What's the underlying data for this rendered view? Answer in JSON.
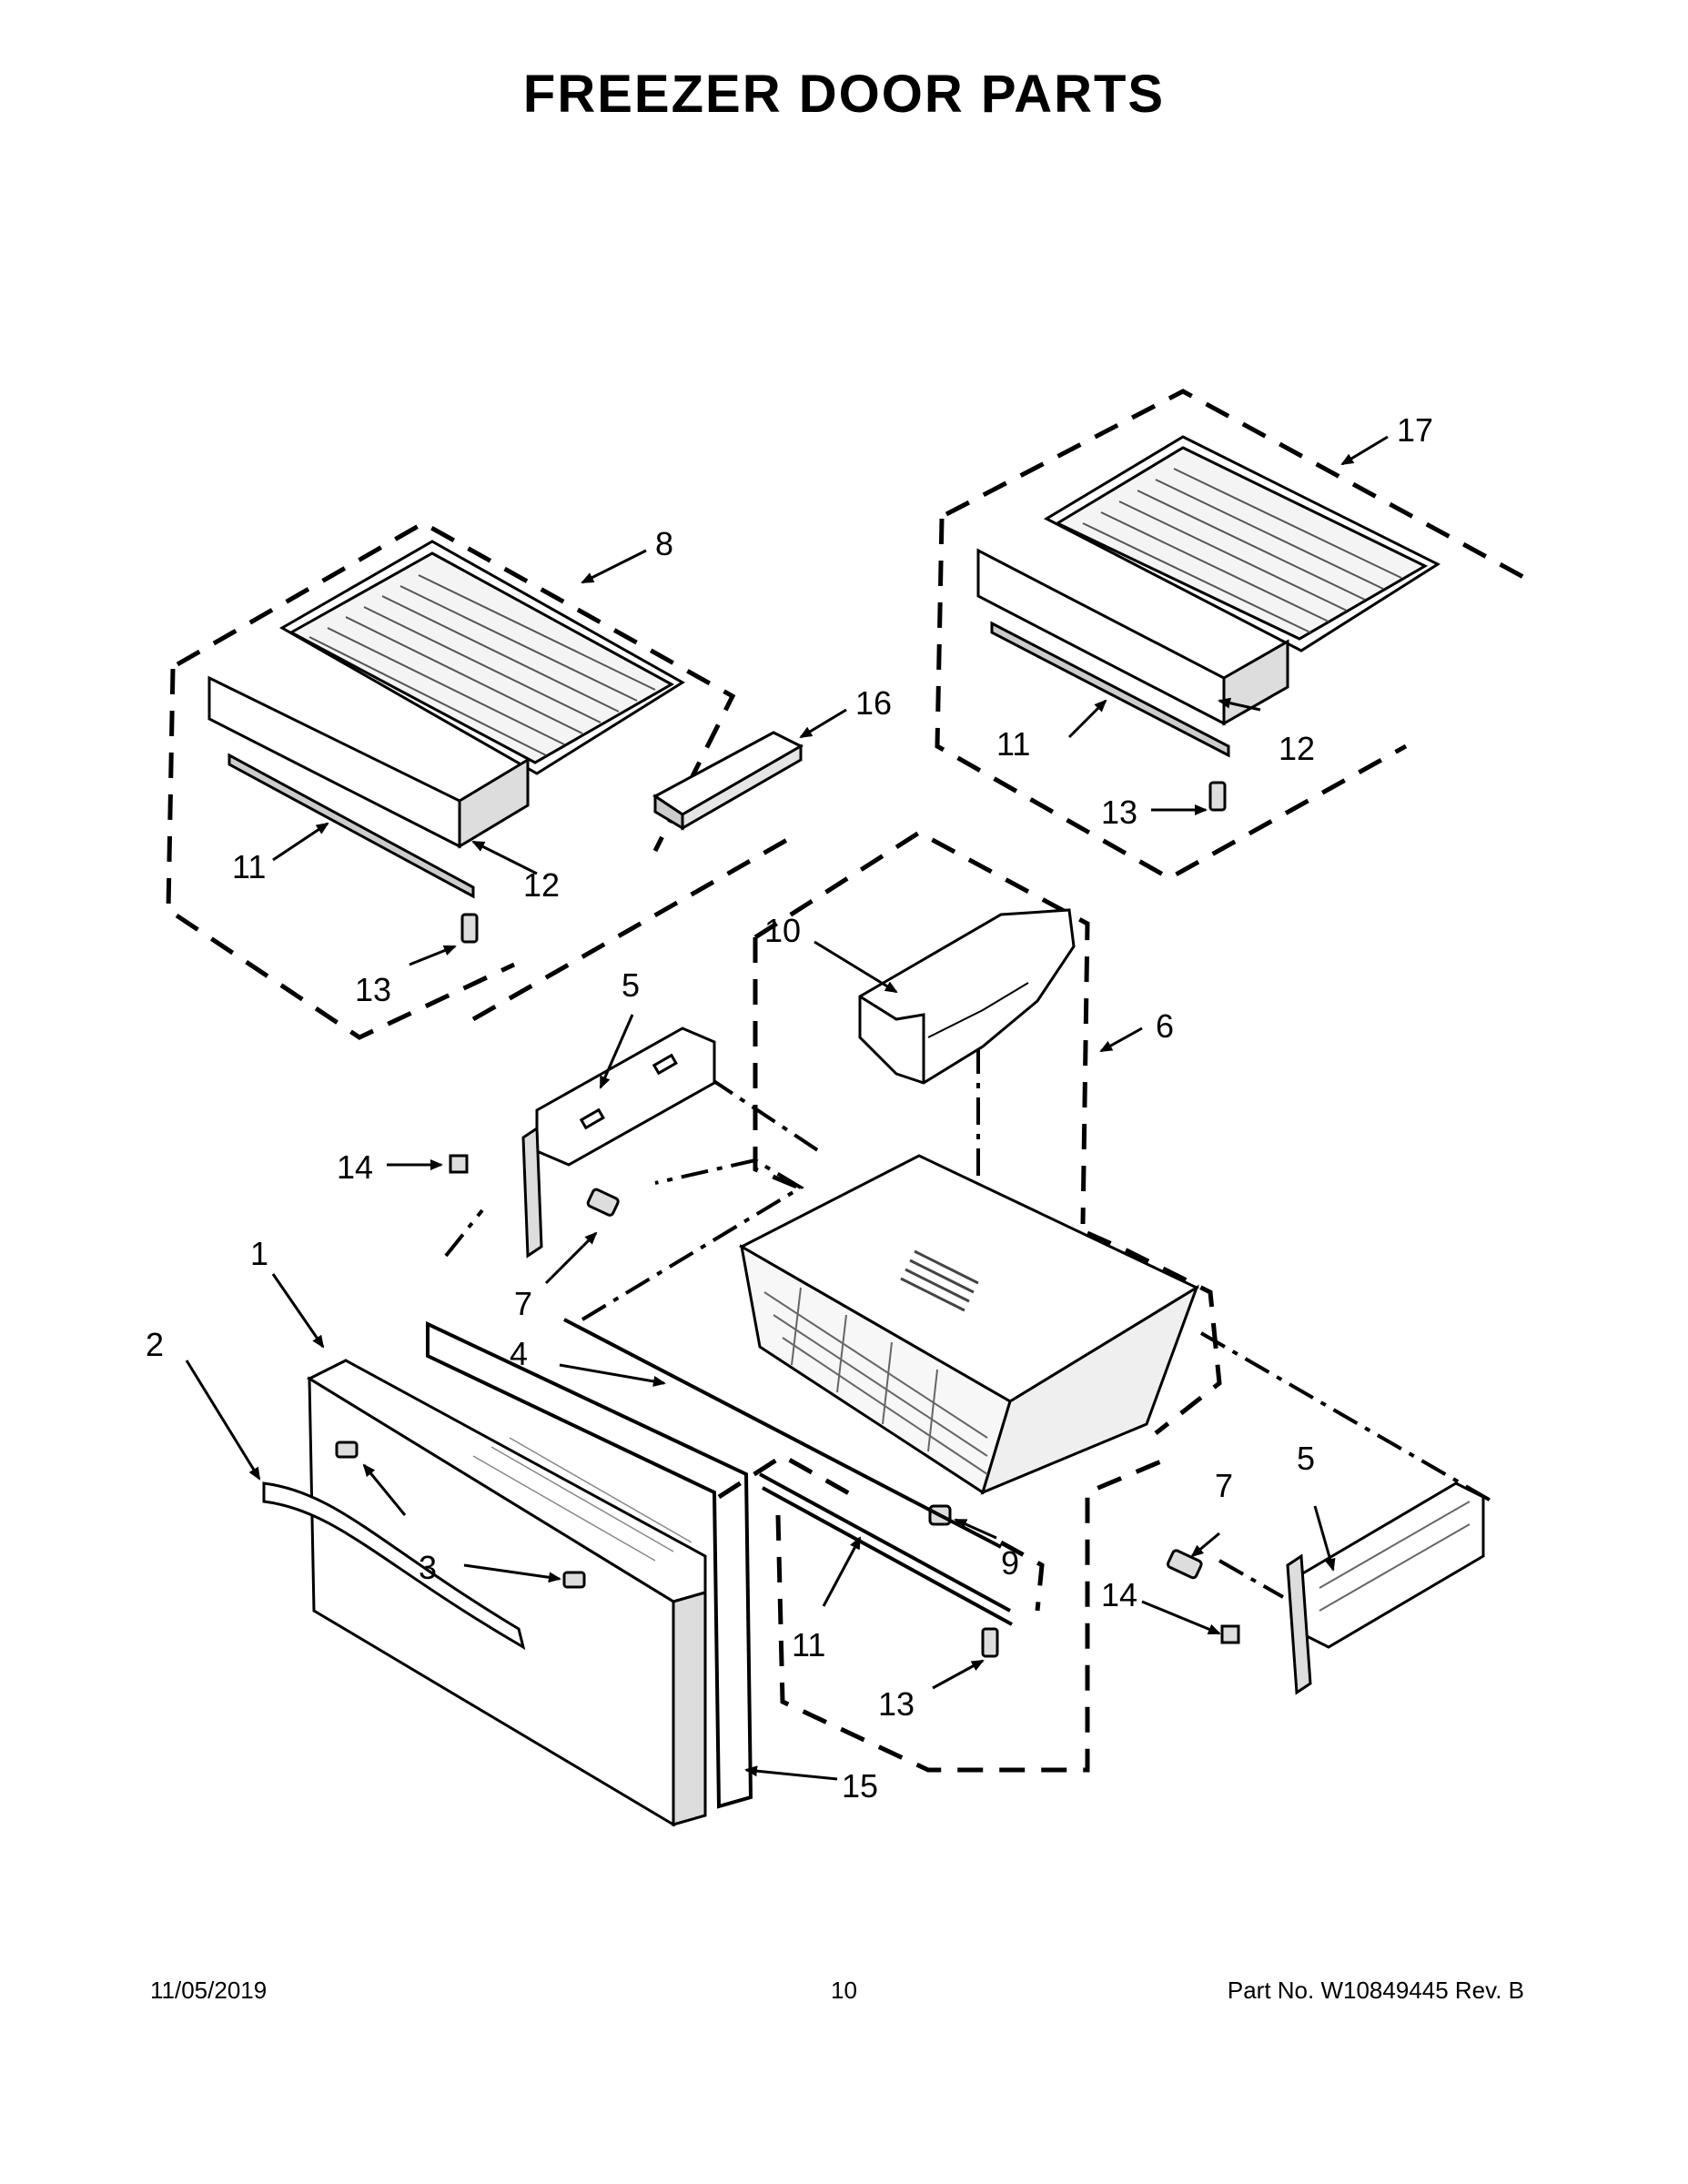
{
  "title": "FREEZER DOOR PARTS",
  "footer": {
    "date": "11/05/2019",
    "page": "10",
    "part_number": "Part No.  W10849445  Rev.  B"
  },
  "callouts": {
    "c1": "1",
    "c2": "2",
    "c3": "3",
    "c4": "4",
    "c5a": "5",
    "c5b": "5",
    "c6": "6",
    "c7a": "7",
    "c7b": "7",
    "c8": "8",
    "c9": "9",
    "c10": "10",
    "c11a": "11",
    "c11b": "11",
    "c11c": "11",
    "c12a": "12",
    "c12b": "12",
    "c13a": "13",
    "c13b": "13",
    "c13c": "13",
    "c14a": "14",
    "c14b": "14",
    "c15": "15",
    "c16": "16",
    "c17": "17"
  }
}
